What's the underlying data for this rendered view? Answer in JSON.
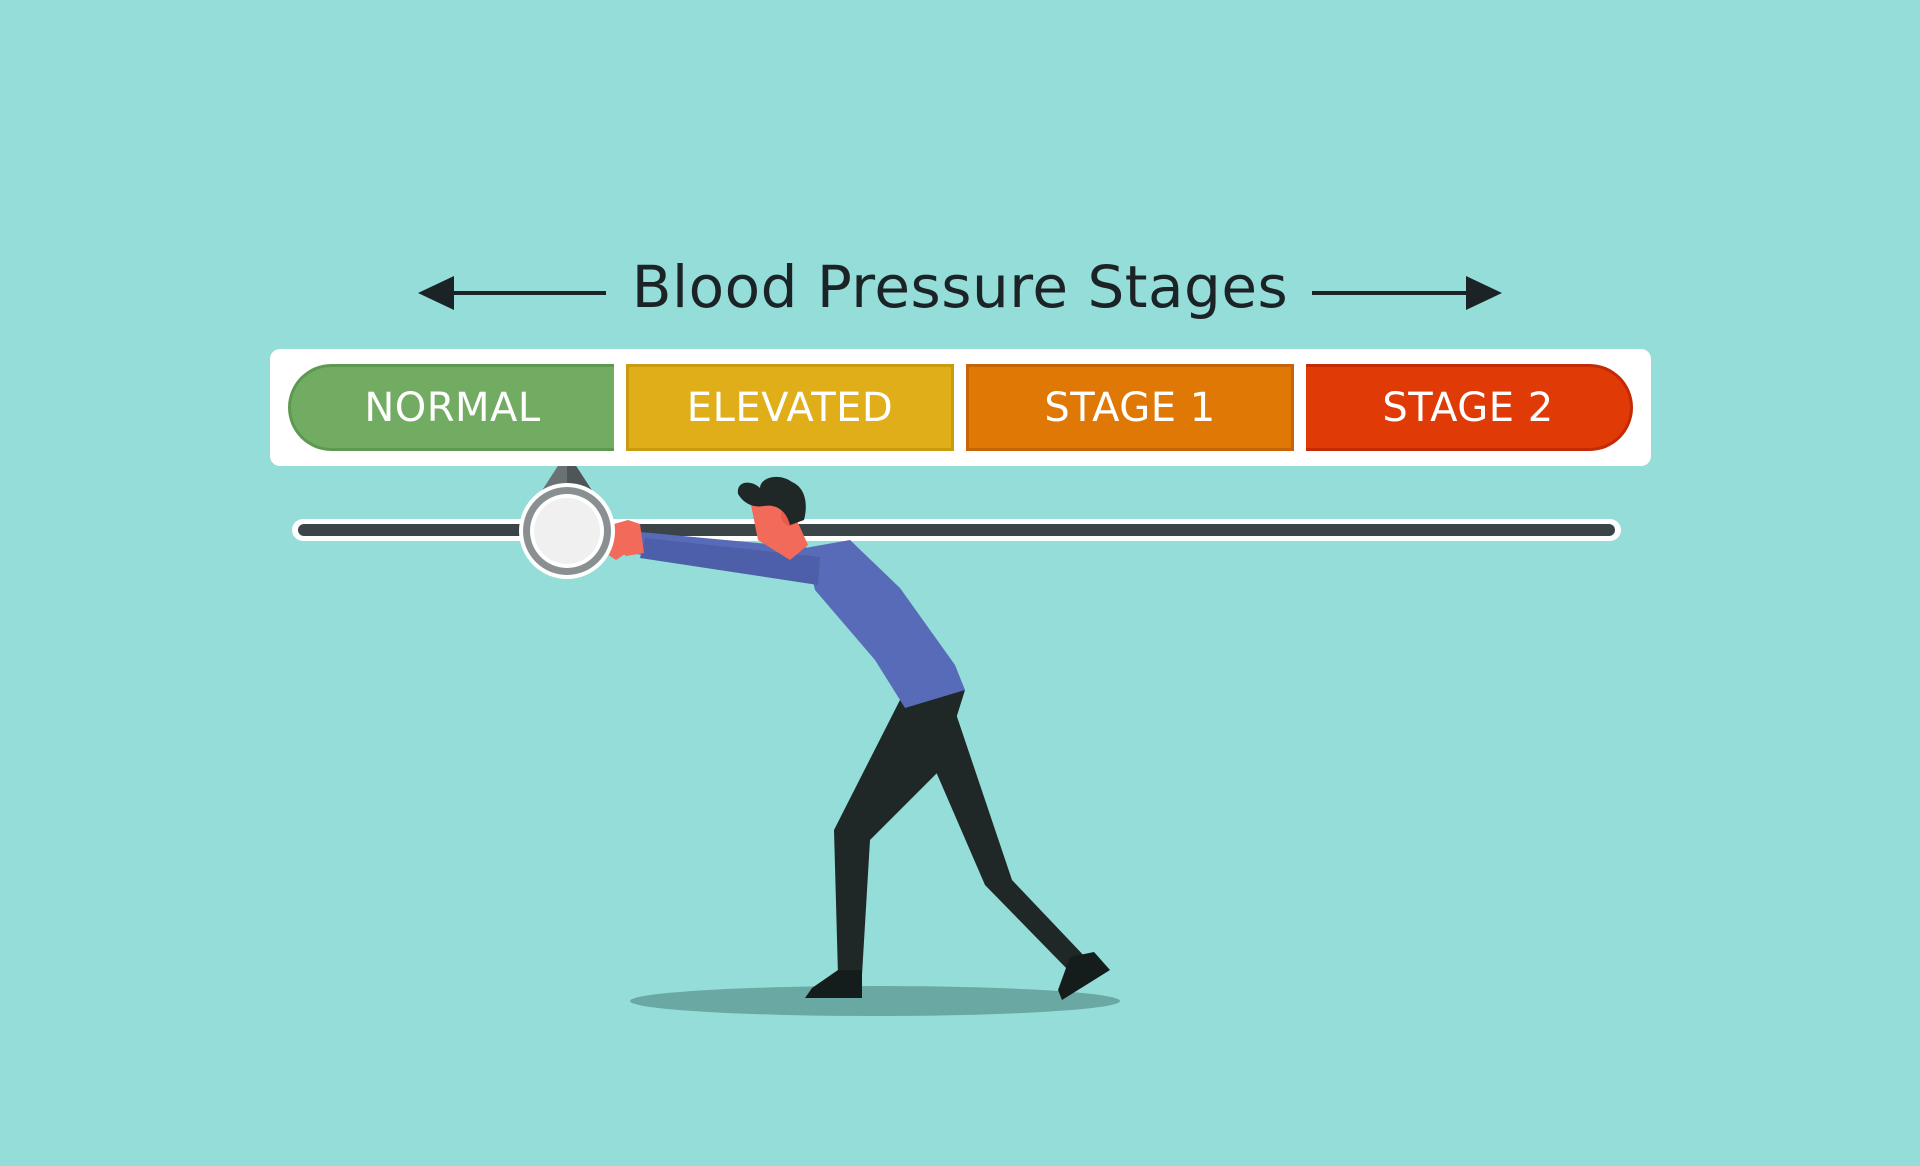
{
  "diagram": {
    "title": "Blood Pressure Stages",
    "stages": [
      {
        "label": "NORMAL",
        "color": "#72ac62"
      },
      {
        "label": "ELEVATED",
        "color": "#e0ae18"
      },
      {
        "label": "STAGE 1",
        "color": "#e07806"
      },
      {
        "label": "STAGE 2",
        "color": "#e03a06"
      }
    ],
    "indicator_stage": "NORMAL",
    "background_color": "#94ddd8"
  }
}
